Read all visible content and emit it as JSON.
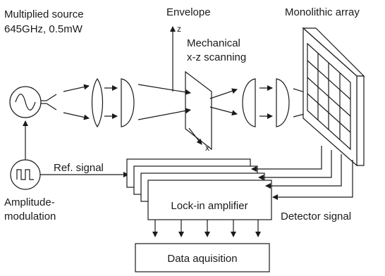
{
  "labels": {
    "source_line1": "Multiplied source",
    "source_line2": "645GHz, 0.5mW",
    "envelope": "Envelope",
    "array": "Monolithic array",
    "scan_line1": "Mechanical",
    "scan_line2": "x-z scanning",
    "axis_z": "z",
    "axis_x": "x",
    "ref_signal": "Ref. signal",
    "mod_line1": "Amplitude-",
    "mod_line2": "modulation",
    "lockin": "Lock-in amplifier",
    "detector_signal": "Detector signal",
    "daq": "Data aquisition"
  },
  "icons": {
    "source": "sine-wave-icon",
    "modulator": "square-wave-icon"
  },
  "colors": {
    "line": "#1a1a1a",
    "background": "#ffffff"
  }
}
